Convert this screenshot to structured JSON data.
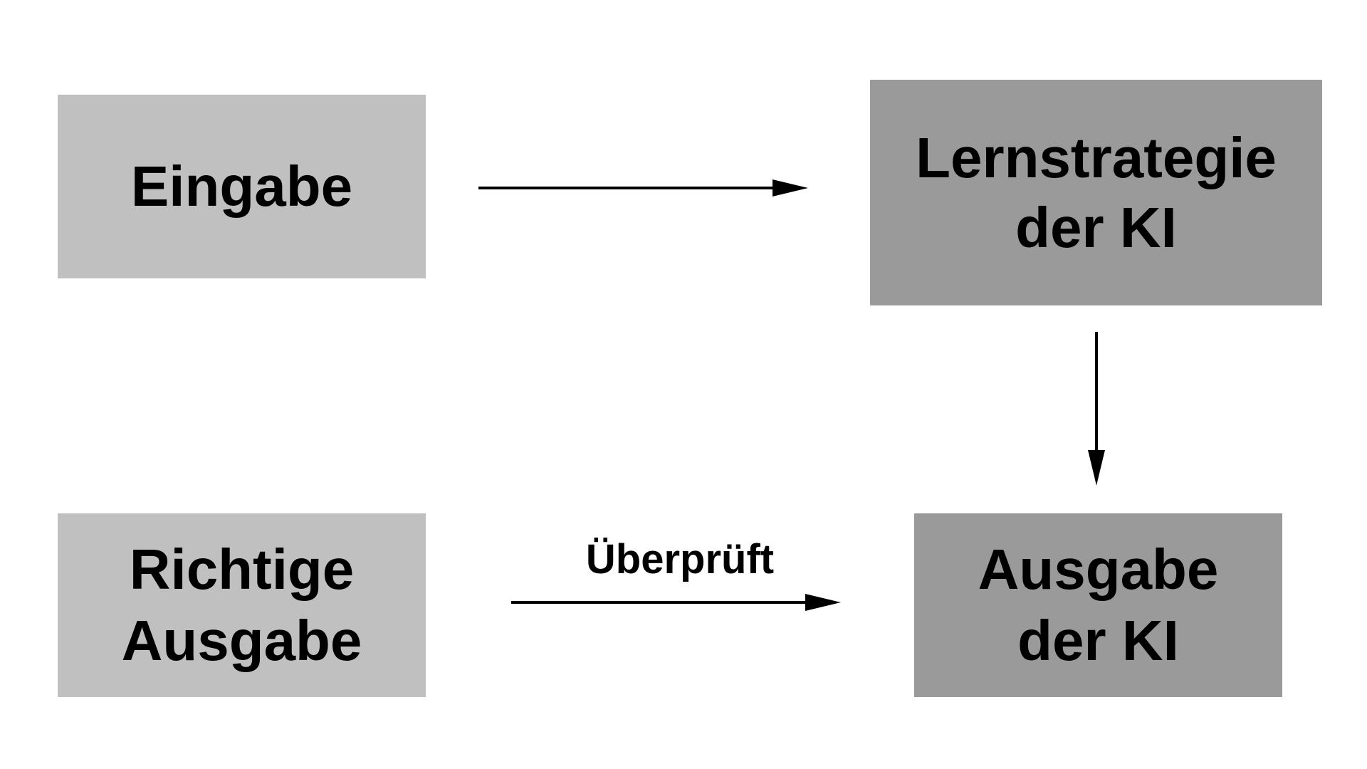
{
  "diagram": {
    "nodes": {
      "input": {
        "lines": [
          "Eingabe"
        ],
        "fill": "#c0c0c0"
      },
      "strategy": {
        "lines": [
          "Lernstrategie",
          "der KI"
        ],
        "fill": "#9a9a9a"
      },
      "correct_output": {
        "lines": [
          "Richtige",
          "Ausgabe"
        ],
        "fill": "#c0c0c0"
      },
      "ai_output": {
        "lines": [
          "Ausgabe",
          "der KI"
        ],
        "fill": "#9a9a9a"
      }
    },
    "edges": [
      {
        "from": "input",
        "to": "strategy",
        "label": ""
      },
      {
        "from": "strategy",
        "to": "ai_output",
        "label": ""
      },
      {
        "from": "correct_output",
        "to": "ai_output",
        "label": "Überprüft"
      }
    ],
    "arrow_color": "#000000"
  }
}
